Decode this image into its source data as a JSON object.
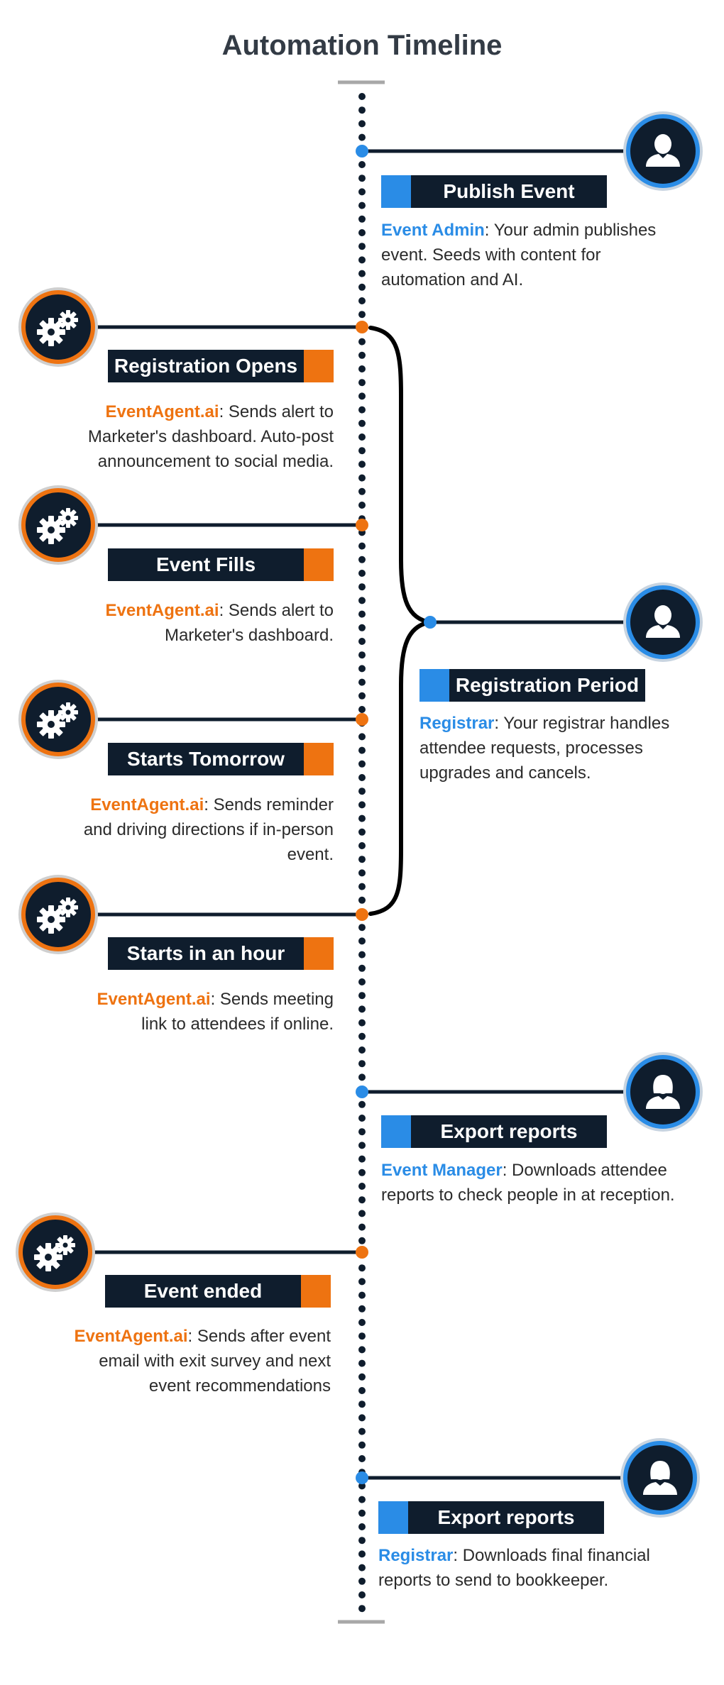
{
  "title": "Automation Timeline",
  "colors": {
    "blue": "#2a8ce6",
    "orange": "#ee7311",
    "navy": "#0f1d2d"
  },
  "events": [
    {
      "side": "right",
      "icon": "person-icon",
      "label": "Publish Event",
      "who": "Event Admin",
      "text": ": Your admin publishes event. Seeds with content for automation and AI."
    },
    {
      "side": "left",
      "icon": "gears-icon",
      "label": "Registration Opens",
      "who": "EventAgent.ai",
      "text": ": Sends alert to Marketer's dashboard. Auto-post announcement to social media."
    },
    {
      "side": "left",
      "icon": "gears-icon",
      "label": "Event Fills",
      "who": "EventAgent.ai",
      "text": ": Sends alert to Marketer's dashboard."
    },
    {
      "side": "right",
      "icon": "person-icon",
      "label": "Registration Period",
      "who": "Registrar",
      "text": ": Your registrar handles attendee requests, processes upgrades and cancels."
    },
    {
      "side": "left",
      "icon": "gears-icon",
      "label": "Starts Tomorrow",
      "who": "EventAgent.ai",
      "text": ": Sends reminder and driving directions if in-person event."
    },
    {
      "side": "left",
      "icon": "gears-icon",
      "label": "Starts in an hour",
      "who": "EventAgent.ai",
      "text": ": Sends meeting link to attendees if online."
    },
    {
      "side": "right",
      "icon": "person-female-icon",
      "label": "Export reports",
      "who": "Event Manager",
      "text": ": Downloads attendee reports to check people in at reception."
    },
    {
      "side": "left",
      "icon": "gears-icon",
      "label": "Event ended",
      "who": "EventAgent.ai",
      "text": ": Sends after event email with exit survey and next event recommendations"
    },
    {
      "side": "right",
      "icon": "person-female-icon",
      "label": "Export reports",
      "who": "Registrar",
      "text": ": Downloads final financial reports to send to bookkeeper."
    }
  ]
}
